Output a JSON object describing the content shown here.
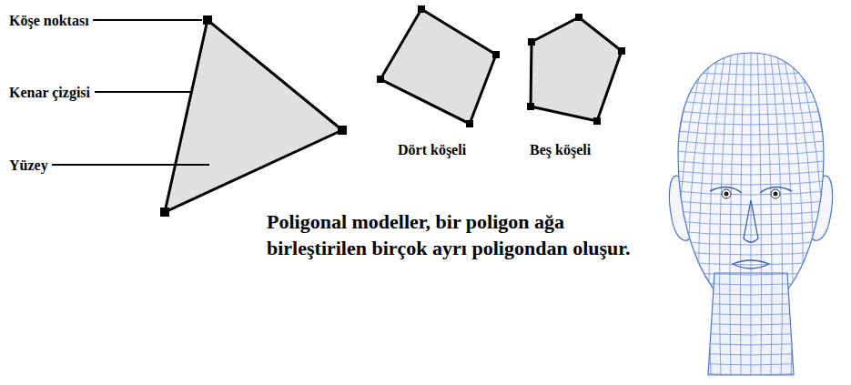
{
  "diagram": {
    "labels": [
      "Köşe noktası",
      "Kenar çizgisi",
      "Yüzey",
      "Dört köşeli",
      "Beş köşeli",
      "Poligonal modeller, bir poligon ağa birleştirilen birçok ayrı poligondan oluşur."
    ]
  }
}
